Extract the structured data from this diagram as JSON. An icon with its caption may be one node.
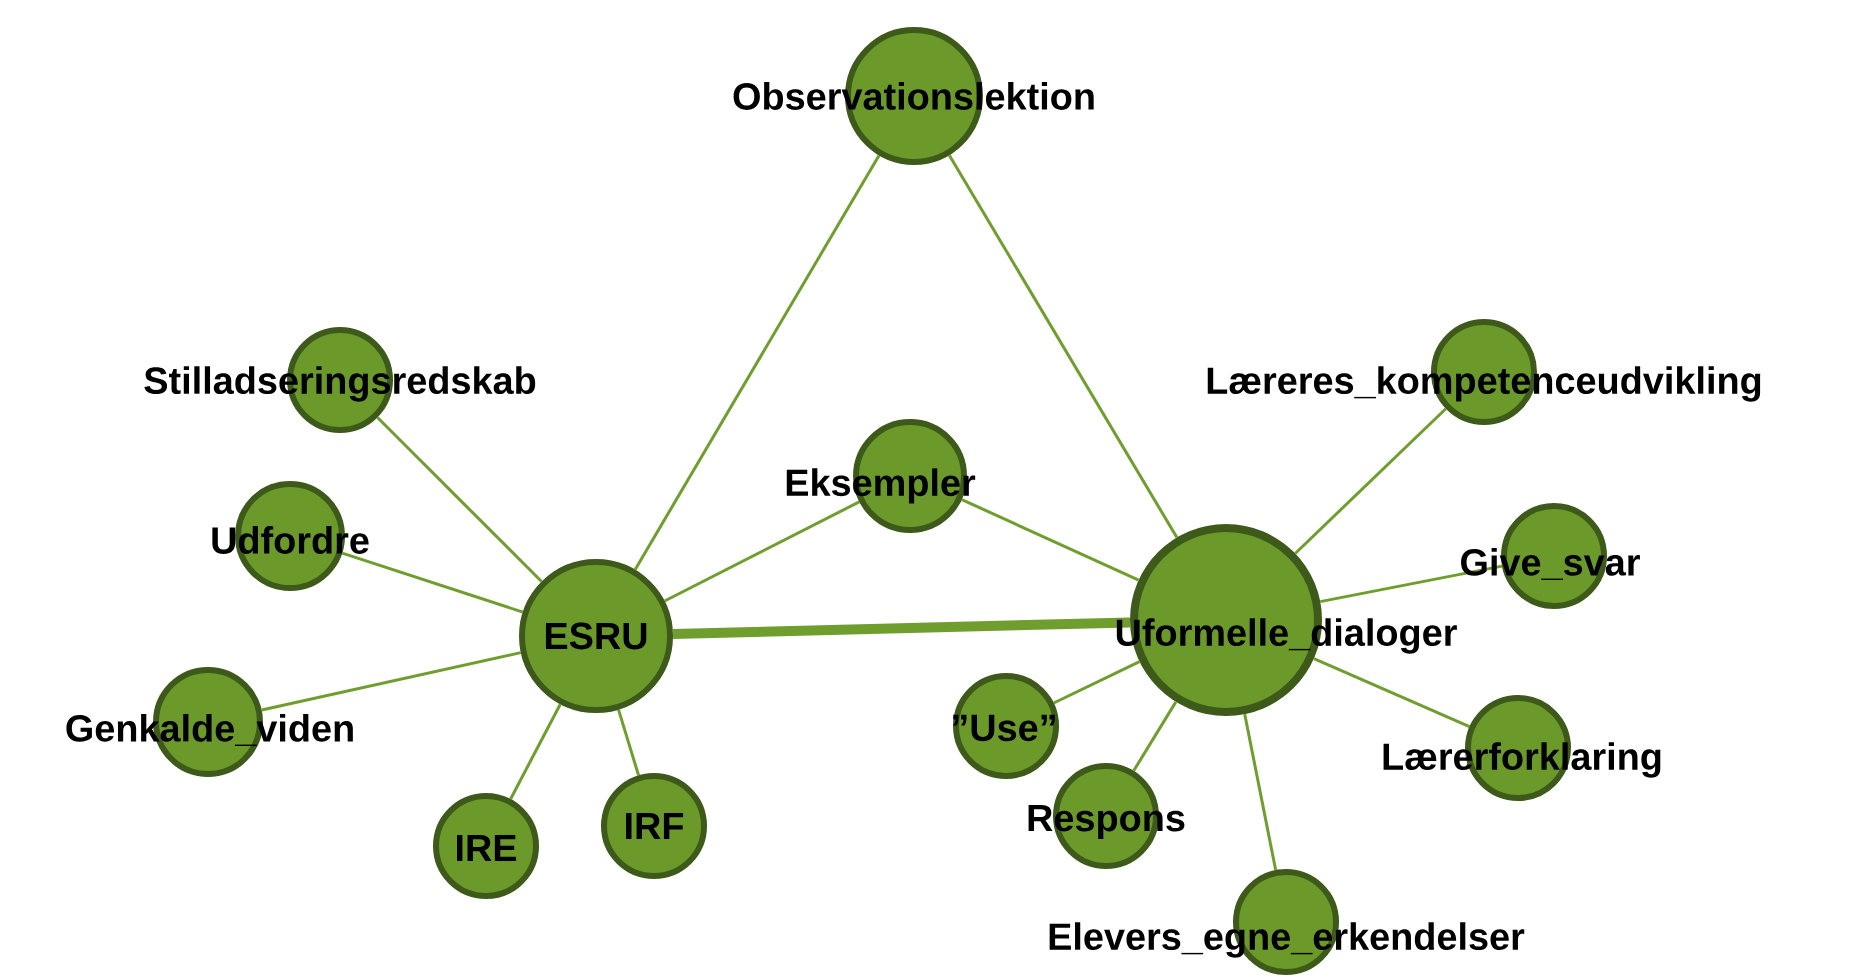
{
  "diagram": {
    "nodes": [
      {
        "text": [
          "Observationslektion"
        ]
      },
      {
        "text": [
          "Stilladseringsredskab"
        ]
      },
      {
        "text": [
          "Udfordre"
        ]
      },
      {
        "text": [
          "Genkalde_viden"
        ]
      },
      {
        "text": [
          "ESRU"
        ]
      },
      {
        "text": [
          "Eksempler"
        ]
      },
      {
        "text": [
          "IRE"
        ]
      },
      {
        "text": [
          "IRF"
        ]
      },
      {
        "text": [
          "Læreres_kompetenceudvikling"
        ]
      },
      {
        "text": [
          "Give_svar"
        ]
      },
      {
        "text": [
          "Uformelle_dialoger"
        ]
      },
      {
        "text": [
          "”Use”"
        ]
      },
      {
        "text": [
          "Respons"
        ]
      },
      {
        "text": [
          "Lærerforklaring"
        ]
      },
      {
        "text": [
          "Elevers_egne_erkendelser"
        ]
      }
    ],
    "edges": [
      {
        "from": 0,
        "to": 4,
        "arrow": "none"
      },
      {
        "from": 0,
        "to": 10,
        "arrow": "none"
      },
      {
        "from": 1,
        "to": 4,
        "arrow": "none"
      },
      {
        "from": 2,
        "to": 4,
        "arrow": "none"
      },
      {
        "from": 3,
        "to": 4,
        "arrow": "none"
      },
      {
        "from": 4,
        "to": 5,
        "arrow": "none"
      },
      {
        "from": 4,
        "to": 6,
        "arrow": "none"
      },
      {
        "from": 4,
        "to": 7,
        "arrow": "none"
      },
      {
        "from": 4,
        "to": 10,
        "arrow": "none",
        "style": "thick"
      },
      {
        "from": 5,
        "to": 10,
        "arrow": "none"
      },
      {
        "from": 8,
        "to": 10,
        "arrow": "none"
      },
      {
        "from": 9,
        "to": 10,
        "arrow": "none"
      },
      {
        "from": 10,
        "to": 11,
        "arrow": "none"
      },
      {
        "from": 10,
        "to": 12,
        "arrow": "none"
      },
      {
        "from": 10,
        "to": 13,
        "arrow": "none"
      },
      {
        "from": 10,
        "to": 14,
        "arrow": "none"
      }
    ]
  }
}
